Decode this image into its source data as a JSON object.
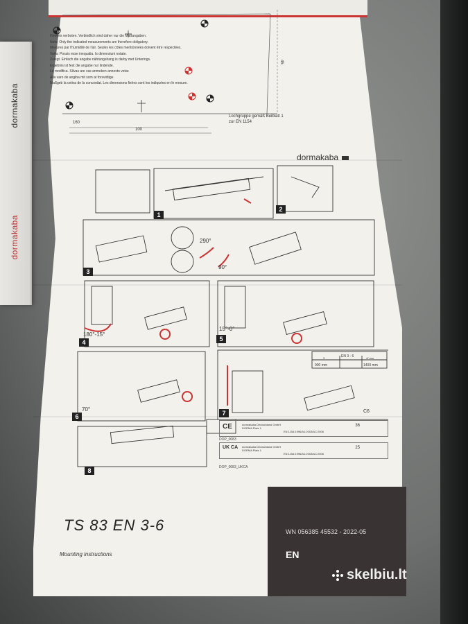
{
  "box_brand": {
    "label_top": "dormakaba",
    "label_bottom": "dormakaba"
  },
  "sheet": {
    "safety_notes": [
      "Hinweis verboten. Verbindlich sind daher nur die Maßangaben.",
      "Note: Only the indicated measurements are therefore obligatory.",
      "Mesures par l'humidité de l'air. Seules les côtes mentionnées doivent être respectées.",
      "Varia: Possis esse inequalia. Is dimensiuni notate.",
      "Zulegt. Einfach die angabe nähtungshang is darby met Unterings.",
      "Ergebnis ist fest die angabe nur lindende.",
      "Le modifica. Sílvas are vas anmeken annexto vetar.",
      "Alla varo de angiba mit som at forsvidtige.",
      "Maßgeb la cetiva de la concordat. Les dimensions fixées sont les indiquées en le mesure."
    ],
    "dimensions": {
      "d1": "160",
      "d2": "100",
      "d3": "45"
    },
    "lochgruppe": {
      "line1": "Lochgruppe gemäß Beiblatt 1",
      "line2": "zur EN 1154"
    },
    "brand": "dormakaba",
    "steps": [
      "1",
      "2",
      "3",
      "4",
      "5",
      "6",
      "7",
      "8"
    ],
    "step_labels": {
      "s3_a": "290°",
      "s3_b": "90°",
      "s4": "180°-15°",
      "s5": "15°-0°",
      "s6": "70°",
      "s7_title": "EN 3 - 6",
      "s7_c1": "3",
      "s7_c2": "4/ mm",
      "s7_v1": "900 mm",
      "s7_v2": "1400 mm",
      "s7_mark": "C6"
    },
    "certifications": [
      {
        "mark": "CE",
        "company": "dormakaba Deutschland GmbH",
        "city": "DORMA Platz 1",
        "std": "EN 1154:1996/A1:2003/AC:2006",
        "code": "DOP_0083",
        "cat": "36"
      },
      {
        "mark": "UK CA",
        "company": "dormakaba Deutschland GmbH",
        "city": "DORMA Platz 1",
        "std": "EN 1154:1996/A1:2003/AC:2006",
        "code": "DOP_0083_UKCA",
        "cat": "25"
      }
    ],
    "footer": {
      "title": "TS 83 EN 3-6",
      "subtitle": "Mounting instructions",
      "doc_number": "WN 056385 45532 - 2022-05",
      "language": "EN"
    }
  },
  "watermark": {
    "text": "skelbiu.lt"
  },
  "colors": {
    "accent_red": "#cc3333",
    "footer_dark": "#3a3333",
    "paper": "#f2f1ec"
  }
}
